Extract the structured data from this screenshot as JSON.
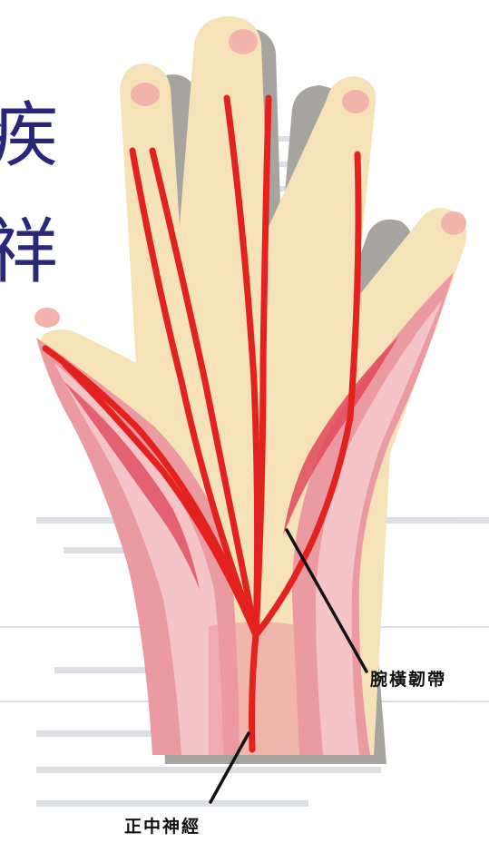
{
  "labels": {
    "carpal_ligament": "腕橫韌帶",
    "median_nerve": "正中神經"
  },
  "title_fragment": [
    "疾",
    "祥"
  ],
  "colors": {
    "skin": "#f6e2b8",
    "shadow": "#a7a39e",
    "nail": "#f3b3ad",
    "nerve": "#e3221f",
    "muscle_light": "#f4c4c6",
    "muscle_mid": "#ec9aa1",
    "muscle_dark": "#e0485c",
    "title": "#28277a",
    "background": "#ffffff"
  }
}
